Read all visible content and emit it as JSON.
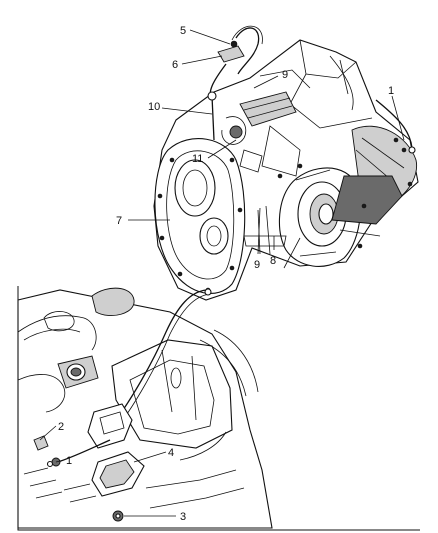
{
  "upper_callouts": [
    {
      "id": "5",
      "label": "5"
    },
    {
      "id": "6",
      "label": "6"
    },
    {
      "id": "9a",
      "label": "9"
    },
    {
      "id": "1",
      "label": "1"
    },
    {
      "id": "10",
      "label": "10"
    },
    {
      "id": "11",
      "label": "11"
    },
    {
      "id": "7",
      "label": "7"
    },
    {
      "id": "9b",
      "label": "9"
    },
    {
      "id": "8",
      "label": "8"
    }
  ],
  "lower_callouts": [
    {
      "id": "2",
      "label": "2"
    },
    {
      "id": "1",
      "label": "1"
    },
    {
      "id": "4",
      "label": "4"
    },
    {
      "id": "3",
      "label": "3"
    }
  ]
}
